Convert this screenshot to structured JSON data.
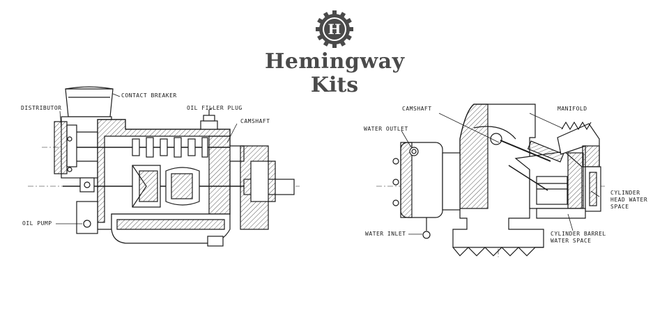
{
  "brand": {
    "line1": "Hemingway",
    "line2": "Kits",
    "emblem_letter": "H"
  },
  "left_labels": {
    "contact_breaker": "CONTACT BREAKER",
    "distributor": "DISTRIBUTOR",
    "oil_filler_plug": "OIL FILLER PLUG",
    "camshaft": "CAMSHAFT",
    "oil_pump": "OIL PUMP"
  },
  "right_labels": {
    "camshaft": "CAMSHAFT",
    "manifold": "MANIFOLD",
    "water_outlet": "WATER OUTLET",
    "cylinder_head_water_l1": "CYLINDER",
    "cylinder_head_water_l2": "HEAD WATER",
    "cylinder_head_water_l3": "SPACE",
    "water_inlet": "WATER INLET",
    "cylinder_barrel_l1": "CYLINDER BARREL",
    "cylinder_barrel_l2": "WATER SPACE"
  },
  "colors": {
    "ink": "#1a1a1a",
    "brand": "#4a4a4a",
    "hatch": "#555555"
  }
}
